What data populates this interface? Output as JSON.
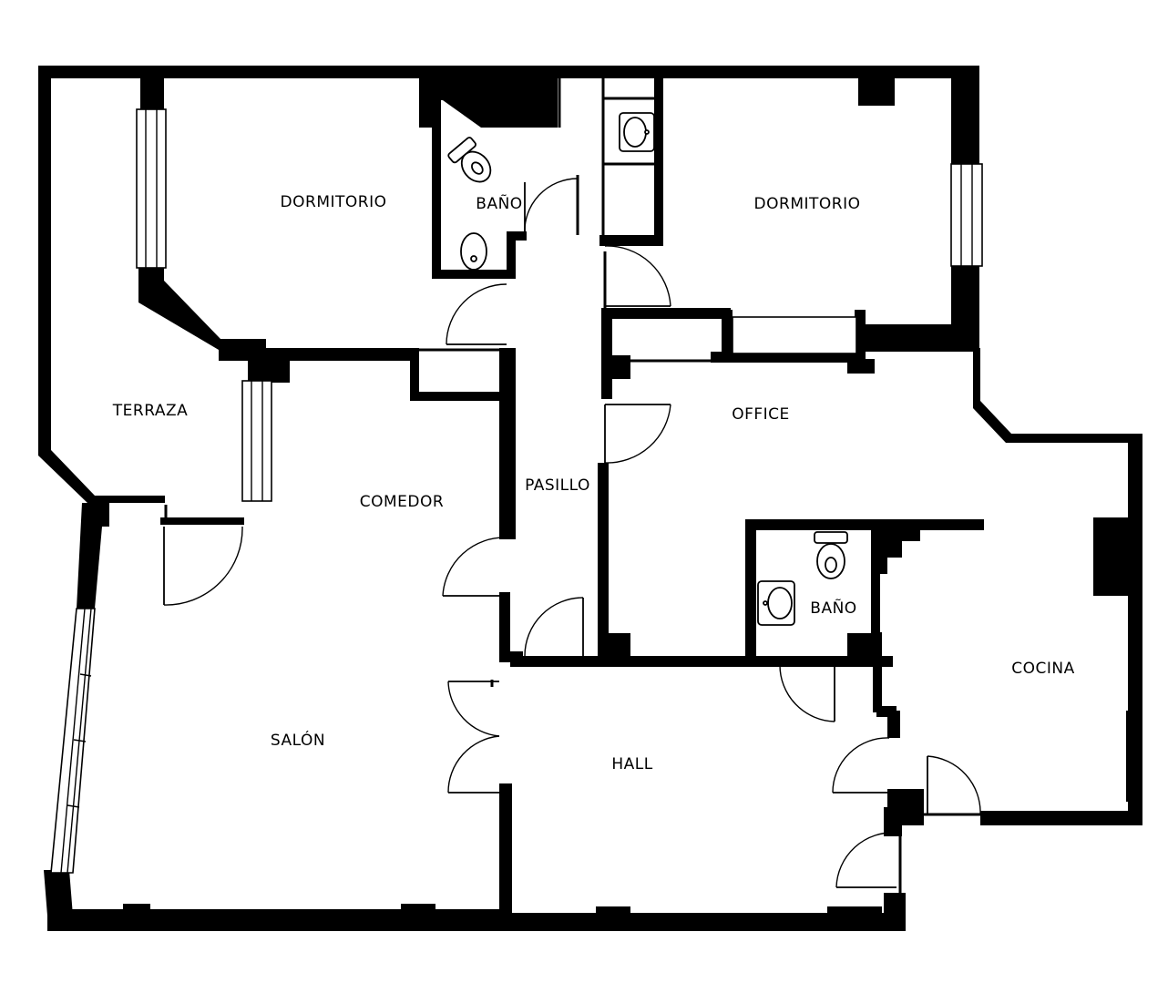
{
  "rooms": {
    "dormitorio_left": "DORMITORIO",
    "bano_top": "BAÑO",
    "dormitorio_right": "DORMITORIO",
    "terraza": "TERRAZA",
    "comedor": "COMEDOR",
    "pasillo": "PASILLO",
    "office": "OFFICE",
    "bano_small": "BAÑO",
    "cocina": "COCINA",
    "salon": "SALÓN",
    "hall": "HALL"
  },
  "colors": {
    "wall": "#000000",
    "background": "#ffffff"
  }
}
